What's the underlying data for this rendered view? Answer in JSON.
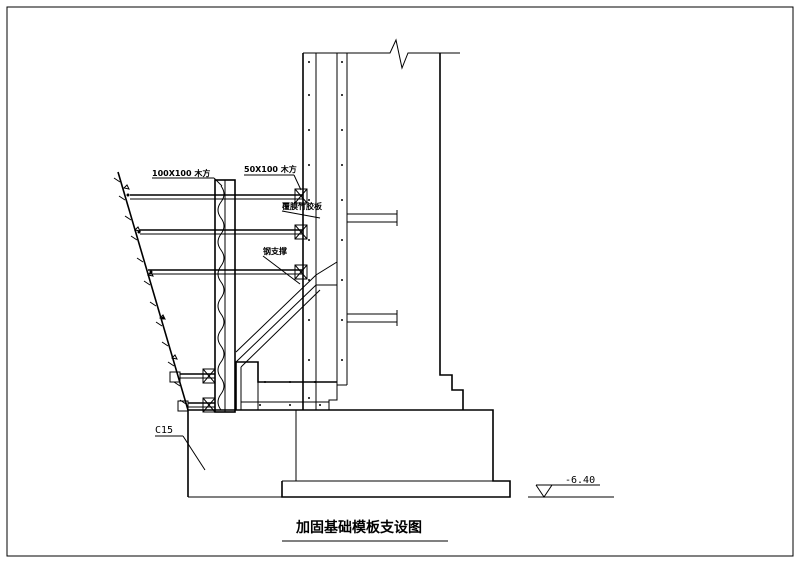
{
  "labels": {
    "timber_100": "100X100 木方",
    "timber_50": "50X100 木方",
    "plywood": "覆膜竹胶板",
    "steel_brace": "钢支撑",
    "concrete_grade": "C15",
    "elevation": "-6.40"
  },
  "title": "加固基础模板支设图"
}
